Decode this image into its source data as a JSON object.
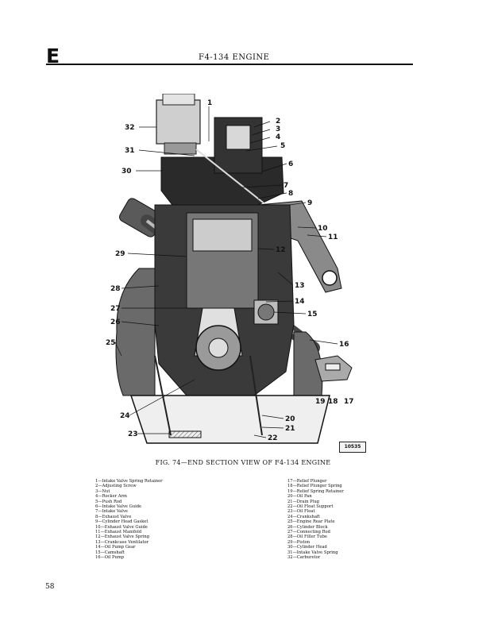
{
  "header": {
    "section_letter": "E",
    "running_title": "F4-134 ENGINE"
  },
  "figure": {
    "figure_number": "10535",
    "caption": "FIG. 74—END SECTION VIEW OF F4-134 ENGINE",
    "callouts": [
      "1",
      "2",
      "3",
      "4",
      "5",
      "6",
      "7",
      "8",
      "9",
      "10",
      "11",
      "12",
      "13",
      "14",
      "15",
      "16",
      "17",
      "18",
      "19",
      "20",
      "21",
      "22",
      "23",
      "24",
      "25",
      "26",
      "27",
      "28",
      "29",
      "30",
      "31",
      "32"
    ]
  },
  "legend": {
    "left": [
      "1—Intake Valve Spring Retainer",
      "2—Adjusting Screw",
      "3—Nut",
      "4—Rocker Arm",
      "5—Push Rod",
      "6—Intake Valve Guide",
      "7—Intake Valve",
      "8—Exhaust Valve",
      "9—Cylinder Head Gasket",
      "10—Exhaust Valve Guide",
      "11—Exhaust Manifold",
      "12—Exhaust Valve Spring",
      "13—Crankcase Ventilator",
      "14—Oil Pump Gear",
      "15—Camshaft",
      "16—Oil Pump"
    ],
    "right": [
      "17—Relief Plunger",
      "18—Relief Plunger Spring",
      "19—Relief Spring Retainer",
      "20—Oil Pan",
      "21—Drain Plug",
      "22—Oil Float Support",
      "23—Oil Float",
      "24—Crankshaft",
      "25—Engine Rear Plate",
      "26—Cylinder Block",
      "27—Connecting Rod",
      "28—Oil Filler Tube",
      "29—Piston",
      "30—Cylinder Head",
      "31—Intake Valve Spring",
      "32—Carburetor"
    ]
  },
  "page": {
    "number": "58"
  }
}
